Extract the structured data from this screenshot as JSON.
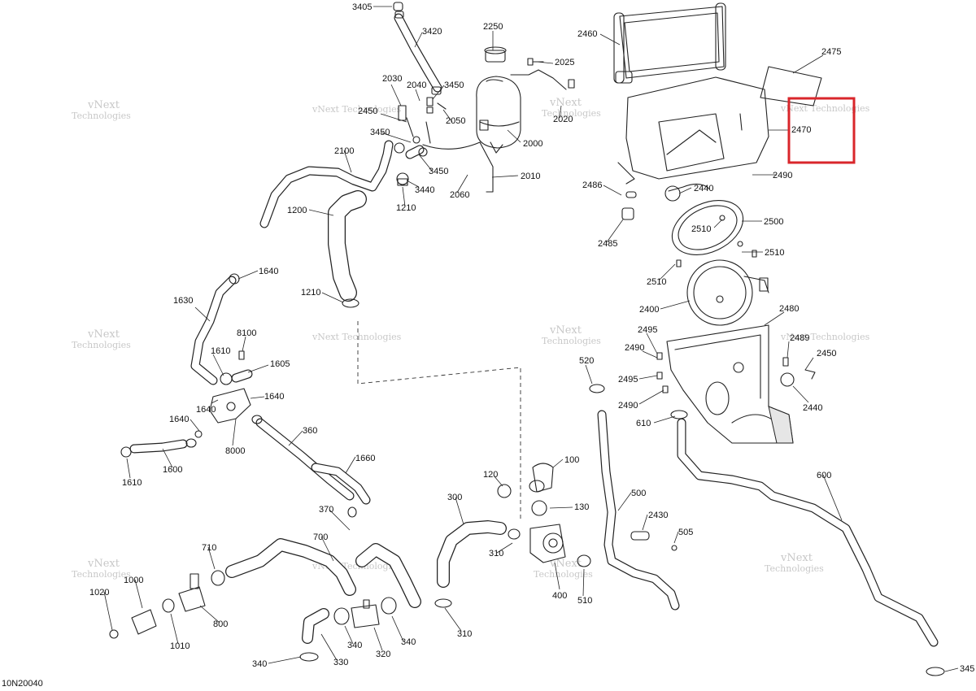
{
  "diagram_code": "10N20040",
  "watermark": {
    "line1": "vNext",
    "line2": "Technologies",
    "single": "vNext Technologies"
  },
  "highlight": {
    "part": "2470",
    "color": "#d9262b"
  },
  "labels": {
    "p3405a": "3405",
    "p3420": "3420",
    "p2250": "2250",
    "p2460": "2460",
    "p2025": "2025",
    "p2475": "2475",
    "p2030": "2030",
    "p2040": "2040",
    "p3450a": "3450",
    "p2450": "2450",
    "p2050": "2050",
    "p2020": "2020",
    "p2470": "2470",
    "p3450b": "3450",
    "p2000": "2000",
    "p2100": "2100",
    "p3450c": "3450",
    "p3440": "3440",
    "p2010": "2010",
    "p2060": "2060",
    "p2490a": "2490",
    "p2486": "2486",
    "p2440a": "2440",
    "p1210a": "1210",
    "p1200": "1200",
    "p2500": "2500",
    "p2510a": "2510",
    "p2485": "2485",
    "p2510b": "2510",
    "p2510c": "2510",
    "p1640a": "1640",
    "p1210b": "1210",
    "p2400": "2400",
    "p2480": "2480",
    "p1630": "1630",
    "p8100": "8100",
    "p2495a": "2495",
    "p2489": "2489",
    "p2490b": "2490",
    "p2450b": "2450",
    "p1610a": "1610",
    "p1605": "1605",
    "p520": "520",
    "p2495b": "2495",
    "p2490c": "2490",
    "p2440b": "2440",
    "p1640b": "1640",
    "p1640c": "1640",
    "p1640d": "1640",
    "p610": "610",
    "p360": "360",
    "p8000": "8000",
    "p1660": "1660",
    "p100": "100",
    "p1600": "1600",
    "p1610b": "1610",
    "p120": "120",
    "p600": "600",
    "p300": "300",
    "p500": "500",
    "p130": "130",
    "p370": "370",
    "p2430": "2430",
    "p505": "505",
    "p710": "710",
    "p700": "700",
    "p310a": "310",
    "p1000": "1000",
    "p400": "400",
    "p510": "510",
    "p1020": "1020",
    "p800": "800",
    "p340a": "340",
    "p340b": "340",
    "p310b": "310",
    "p1010": "1010",
    "p320": "320",
    "p330": "330",
    "p340c": "340",
    "p345": "345"
  }
}
